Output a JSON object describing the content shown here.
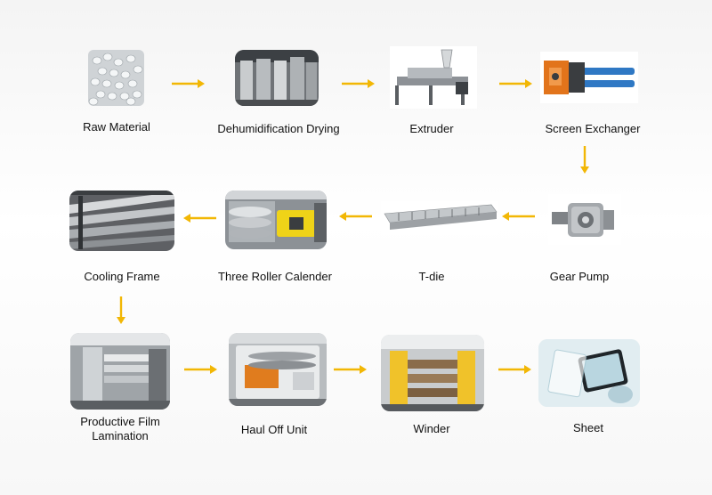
{
  "accent_color": "#f2b705",
  "steps": [
    {
      "label": "Raw Material",
      "icon": "raw-material-pellets-icon"
    },
    {
      "label": "Dehumidification Drying",
      "icon": "dryer-machine-icon"
    },
    {
      "label": "Extruder",
      "icon": "extruder-machine-icon"
    },
    {
      "label": "Screen Exchanger",
      "icon": "screen-exchanger-icon"
    },
    {
      "label": "Gear Pump",
      "icon": "gear-pump-icon"
    },
    {
      "label": "T-die",
      "icon": "t-die-icon"
    },
    {
      "label": "Three Roller Calender",
      "icon": "calender-machine-icon"
    },
    {
      "label": "Cooling Frame",
      "icon": "cooling-frame-icon"
    },
    {
      "label": "Productive Film\nLamination",
      "icon": "lamination-machine-icon"
    },
    {
      "label": "Haul Off Unit",
      "icon": "haul-off-machine-icon"
    },
    {
      "label": "Winder",
      "icon": "winder-machine-icon"
    },
    {
      "label": "Sheet",
      "icon": "plastic-sheet-icon"
    }
  ]
}
